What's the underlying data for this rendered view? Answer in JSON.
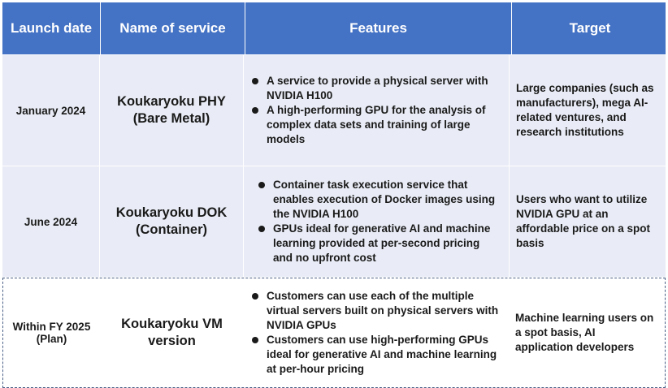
{
  "headers": {
    "launch_date": "Launch date",
    "service_name": "Name of service",
    "features": "Features",
    "target": "Target"
  },
  "rows": [
    {
      "launch_date": "January 2024",
      "service_name_line1": "Koukaryoku PHY",
      "service_name_line2": "(Bare Metal)",
      "features": [
        "A service to provide a physical server with NVIDIA H100",
        "A high-performing GPU for the analysis of complex data sets and training of large models"
      ],
      "target": "Large companies (such as manufacturers), mega AI-related ventures, and research institutions"
    },
    {
      "launch_date": "June 2024",
      "service_name_line1": "Koukaryoku DOK",
      "service_name_line2": "(Container)",
      "features": [
        "Container task execution service that enables execution of Docker images using the NVIDIA H100",
        "GPUs ideal for generative AI and machine learning provided at per-second pricing and no upfront cost"
      ],
      "target": "Users who want to utilize NVIDIA GPU at an affordable price on a spot basis"
    },
    {
      "launch_date_line1": "Within FY 2025",
      "launch_date_line2": "(Plan)",
      "service_name_line1": "Koukaryoku VM",
      "service_name_line2": "version",
      "features": [
        "Customers can use each of the multiple virtual servers built on physical servers with NVIDIA GPUs",
        "Customers can use high-performing GPUs ideal for generative AI and machine learning at per-hour pricing"
      ],
      "target": "Machine learning users on a spot basis, AI application developers"
    }
  ],
  "colors": {
    "header_bg": "#4472c4",
    "row_bg": "#e9ecf6",
    "plan_border": "#4a5f86"
  }
}
